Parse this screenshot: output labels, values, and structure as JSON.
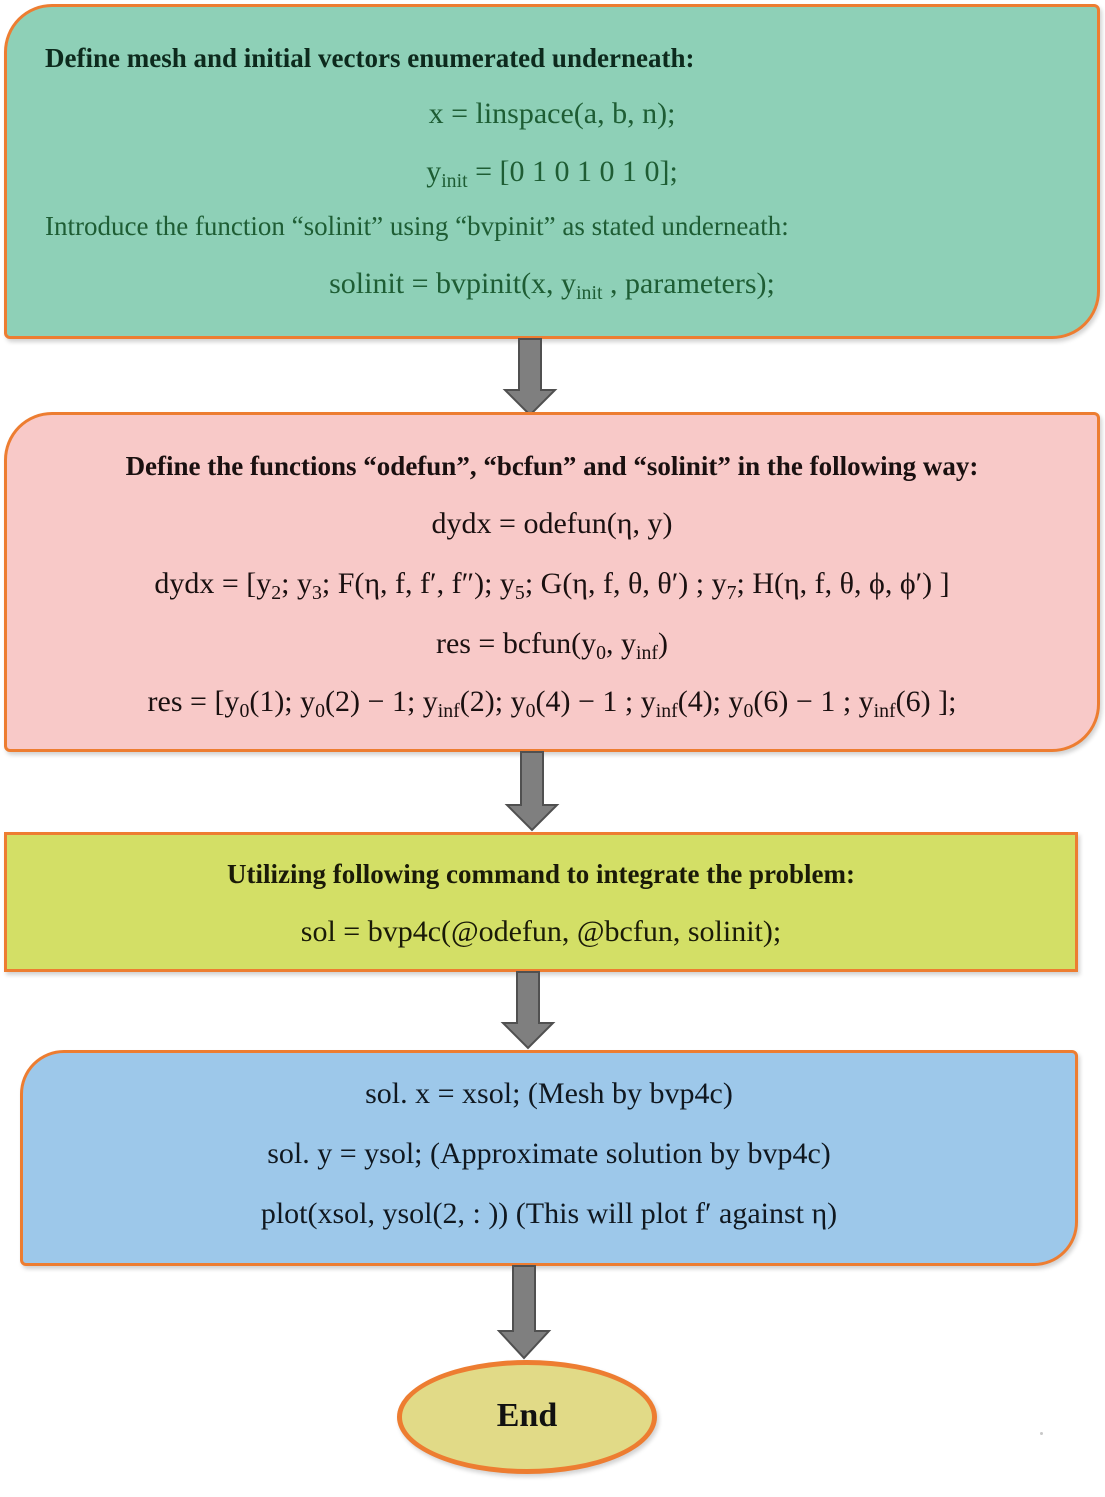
{
  "box1": {
    "heading": "Define mesh and initial vectors enumerated underneath:",
    "line_x": "x = linspace(a, b, n);",
    "line_yinit": {
      "var": "y",
      "sub": "init",
      "rest": " = [0 1 0 1 0 1 0];"
    },
    "intro": "Introduce the function “solinit” using “bvpinit” as stated underneath:",
    "line_solinit": {
      "pre": "solinit = bvpinit(x, y",
      "sub": "init",
      "post": " , parameters);"
    }
  },
  "box2": {
    "heading": "Define the functions “odefun”, “bcfun” and “solinit” in the following way:",
    "line_dydx": "dydx = odefun(η, y)",
    "line_dydx_vec": {
      "p1": "dydx = [y",
      "s1": "2",
      "p2": "; y",
      "s2": "3",
      "p3": "; F(η, f, f′, f″);  y",
      "s3": "5",
      "p4": ";  G(η, f, θ, θ′) ;  y",
      "s4": "7",
      "p5": ";  H(η, f, θ, ϕ, ϕ′) ]"
    },
    "line_res": {
      "p1": "res = bcfun(y",
      "s1": "0",
      "p2": ", y",
      "s2": "inf",
      "p3": ")"
    },
    "line_res_vec": {
      "p1": "res = [y",
      "s1": "0",
      "p2": "(1);  y",
      "s2": "0",
      "p3": "(2) − 1;  y",
      "s3": "inf",
      "p4": "(2);  y",
      "s4": "0",
      "p5": "(4) − 1 ;  y",
      "s5": "inf",
      "p6": "(4);   y",
      "s6": "0",
      "p7": "(6) − 1 ;  y",
      "s7": "inf",
      "p8": "(6) ];"
    }
  },
  "box3": {
    "heading": "Utilizing following command to integrate the problem:",
    "line_sol": "sol = bvp4c(@odefun, @bcfun, solinit);"
  },
  "box4": {
    "line_solx": "sol. x = xsol; (Mesh by bvp4c)",
    "line_soly": "sol. y = ysol; (Approximate solution by bvp4c)",
    "line_plot": "plot(xsol, ysol(2, : )) (This will plot f′ against η)"
  },
  "end_label": "End",
  "colors": {
    "border": "#ed7d31",
    "box1_fill": "#8ed0b7",
    "box2_fill": "#f8c9c8",
    "box3_fill": "#d3df66",
    "box4_fill": "#9dc8ea",
    "end_fill": "#e1da87",
    "arrow_fill": "#7f7f7f",
    "arrow_stroke": "#505050"
  }
}
